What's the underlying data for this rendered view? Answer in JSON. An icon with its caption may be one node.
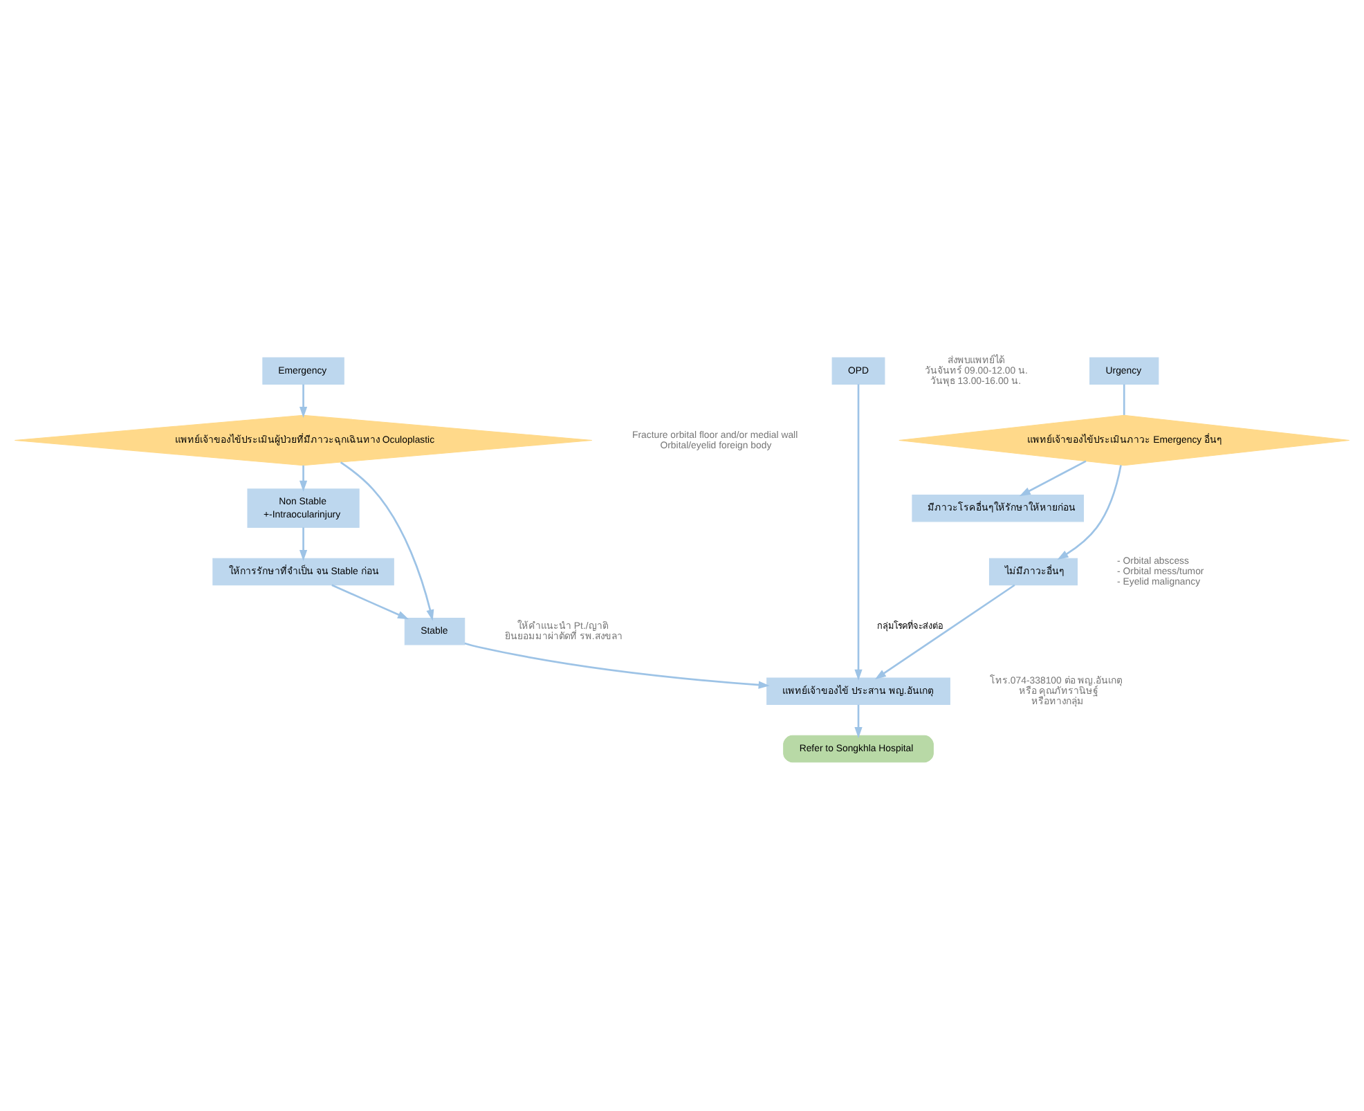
{
  "diagram": {
    "nodes": [
      {
        "text": [
          "Emergency"
        ]
      },
      {
        "text": [
          "Urgency"
        ]
      },
      {
        "text": [
          "OPD"
        ],
        "beside": [
          "ส่งพบแพทย์ได้",
          "วันจันทร์ 09.00-12.00 น.",
          "วันพุธ 13.00-16.00 น."
        ]
      },
      {
        "text": [
          "แพทย์เจ้าของไข้ประเมินผู้ป่วยที่มีภาวะฉุกเฉินทาง Oculoplastic"
        ],
        "beside": [
          "Fracture orbital floor and/or medial wall",
          "Orbital/eyelid foreign body"
        ]
      },
      {
        "text": [
          "Non Stable",
          "+-Intraocularinjury"
        ]
      },
      {
        "text": [
          "ให้การรักษาที่จำเป็น จน Stable ก่อน"
        ]
      },
      {
        "text": [
          "Stable"
        ],
        "beside": [
          "ให้คำแนะนำ Pt./ญาติ",
          "ยินยอมมาผ่าตัดที่ รพ.สงขลา"
        ]
      },
      {
        "text": [
          "แพทย์เจ้าของไข้ประเมินภาวะ Emergency อื่นๆ"
        ]
      },
      {
        "text": [
          "มีภาวะโรคอื่นๆให้รักษาให้หายก่อน"
        ]
      },
      {
        "text": [
          "ไม่มีภาวะอื่นๆ"
        ]
      },
      {
        "text": [
          "แพทย์เจ้าของไข้ ประสาน พญ.อันเกตุ"
        ],
        "beside": [
          "โทร.074-338100 ต่อ พญ.อันเกตุ",
          "หรือ คุณภัทรานิษฐ์",
          "หรือทางกลุ่ม"
        ]
      },
      {
        "text": [
          "Refer to Songkhla Hospital"
        ]
      }
    ],
    "edges": [
      {
        "from": 0,
        "to": 3,
        "arrow": "to"
      },
      {
        "from": 3,
        "to": 4,
        "arrow": "to"
      },
      {
        "from": 4,
        "to": 5,
        "arrow": "to"
      },
      {
        "from": 5,
        "to": 6,
        "arrow": "to"
      },
      {
        "from": 3,
        "to": 6,
        "arrow": "to"
      },
      {
        "from": 1,
        "to": 7,
        "arrow": "none"
      },
      {
        "from": 7,
        "to": 8,
        "arrow": "to"
      },
      {
        "from": 7,
        "to": 9,
        "arrow": "to"
      },
      {
        "from": 6,
        "to": 10,
        "arrow": "to"
      },
      {
        "from": 9,
        "to": 10,
        "arrow": "to",
        "label": "กลุ่มโรคที่จะส่งต่อ"
      },
      {
        "from": 2,
        "to": 10,
        "arrow": "to"
      },
      {
        "from": 10,
        "to": 11,
        "arrow": "to"
      }
    ],
    "labels": [
      "- Orbital abscess",
      "- Orbital mess/tumor",
      "- Eyelid malignancy"
    ]
  }
}
